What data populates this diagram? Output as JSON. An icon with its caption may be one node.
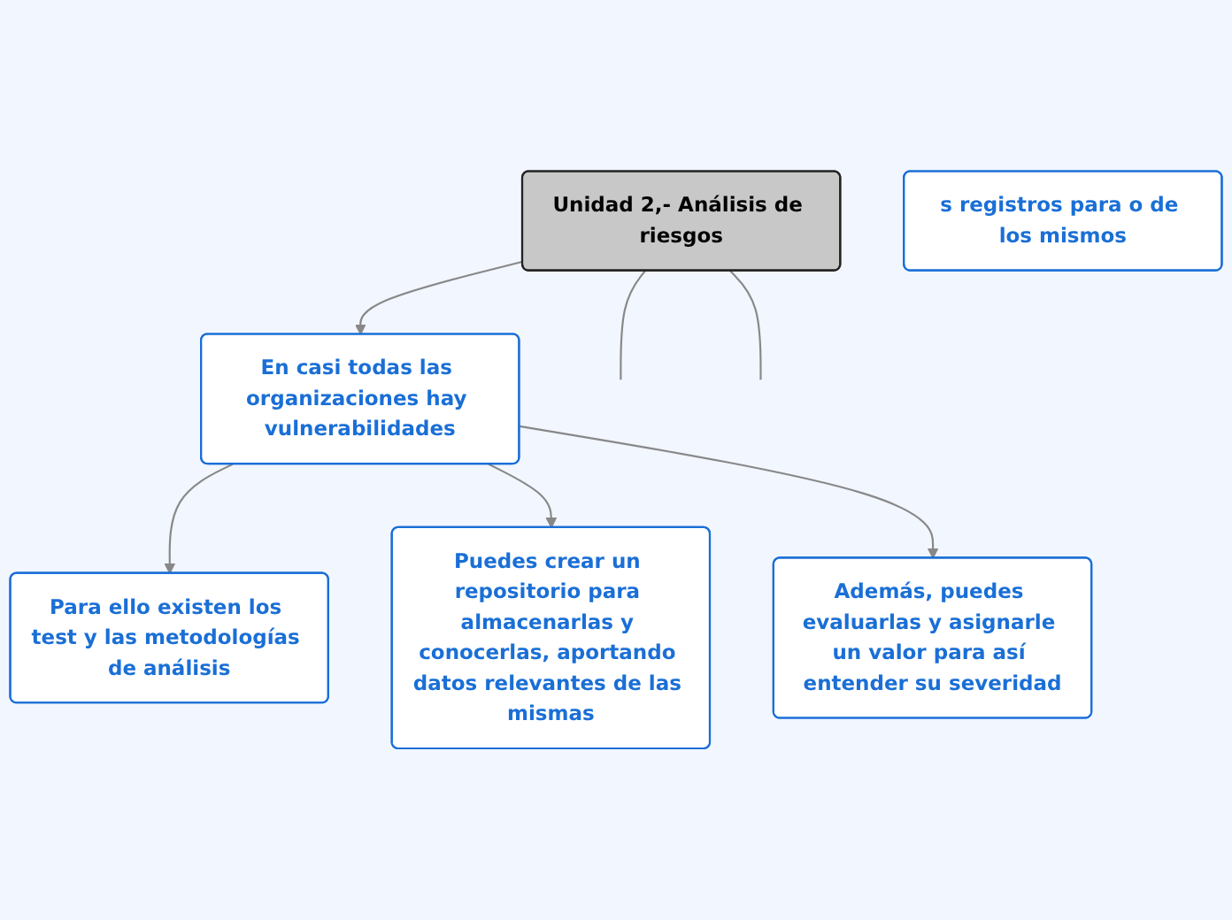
{
  "diagram": {
    "nodes": [
      {
        "text": [
          "Unidad 2,- Análisis de riesgos"
        ]
      },
      {
        "text": [
          "En casi todas las organizaciones hay vulnerabilidades"
        ]
      },
      {
        "text": [
          "s registros para o de los mismos"
        ]
      },
      {
        "text": [
          "Para ello existen los test y las metodologías de análisis"
        ]
      },
      {
        "text": [
          "Puedes crear un repositorio para almacenarlas y conocerlas, aportando datos relevantes de las mismas"
        ]
      },
      {
        "text": [
          "Además, puedes evaluarlas y asignarle un valor para así entender su severidad"
        ]
      }
    ],
    "edges": [
      {
        "from": 0,
        "to": null,
        "arrow": "none"
      },
      {
        "from": 0,
        "to": 1,
        "arrow": "to"
      },
      {
        "from": 0,
        "to": null,
        "arrow": "none"
      },
      {
        "from": 1,
        "to": 3,
        "arrow": "to"
      },
      {
        "from": 1,
        "to": 4,
        "arrow": "to"
      },
      {
        "from": 1,
        "to": 5,
        "arrow": "to"
      }
    ]
  }
}
